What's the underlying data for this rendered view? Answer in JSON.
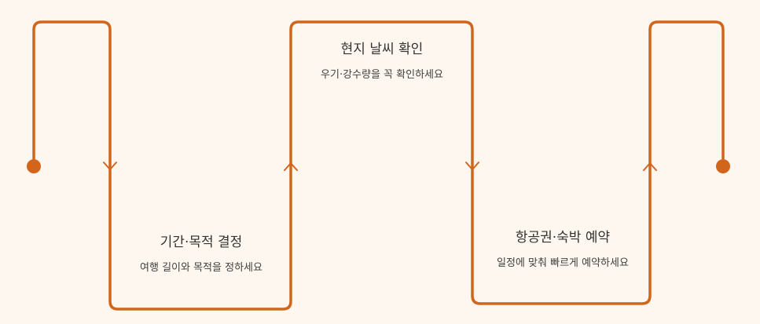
{
  "colors": {
    "background": "#FEF7EF",
    "accent": "#D2651C",
    "text": "#333333"
  },
  "steps": [
    {
      "title": "기간·목적 결정",
      "description": "여행 길이와 목적을 정하세요"
    },
    {
      "title": "현지 날씨 확인",
      "description": "우기·강수량을 꼭 확인하세요"
    },
    {
      "title": "항공권·숙박 예약",
      "description": "일정에 맞춰 빠르게 예약하세요"
    }
  ]
}
